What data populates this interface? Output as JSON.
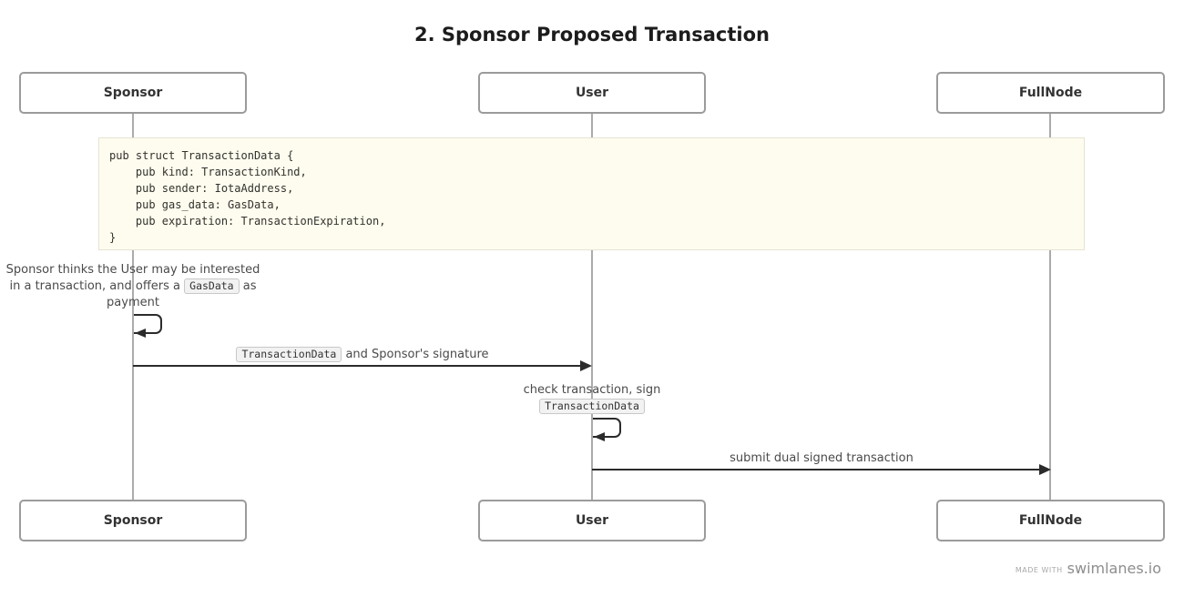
{
  "title": "2. Sponsor Proposed Transaction",
  "actors": [
    {
      "label": "Sponsor"
    },
    {
      "label": "User"
    },
    {
      "label": "FullNode"
    }
  ],
  "code_block": {
    "code": "pub struct TransactionData {\n    pub kind: TransactionKind,\n    pub sender: IotaAddress,\n    pub gas_data: GasData,\n    pub expiration: TransactionExpiration,\n}"
  },
  "note_sponsor": {
    "line1": "Sponsor thinks the User may be interested",
    "line2_prefix": "in a transaction, and offers a ",
    "line2_code": "GasData",
    "line2_suffix": " as",
    "line3": "payment"
  },
  "message1": {
    "code": "TransactionData",
    "suffix": " and Sponsor's signature"
  },
  "note_user": {
    "line1": "check transaction, sign",
    "code": "TransactionData"
  },
  "message2": {
    "label": "submit dual signed transaction"
  },
  "footer": {
    "made_with": "MADE WITH",
    "brand": "swimlanes.io"
  },
  "colors": {
    "arrow": "#2b2b2b",
    "lifeline": "#ababab",
    "actor_border": "#9b9b9b",
    "code_block_bg": "#fdfcee",
    "chip_bg": "#f2f2f2"
  }
}
